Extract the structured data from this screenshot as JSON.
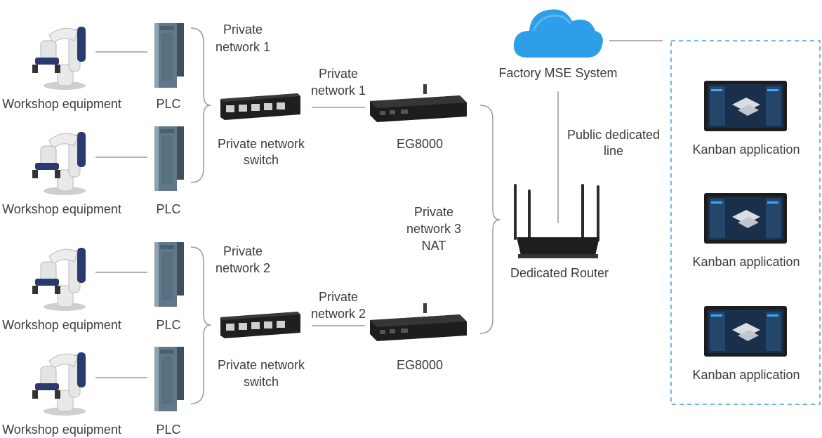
{
  "equipment": [
    {
      "label": "Workshop equipment",
      "plc_label": "PLC"
    },
    {
      "label": "Workshop equipment",
      "plc_label": "PLC"
    },
    {
      "label": "Workshop equipment",
      "plc_label": "PLC"
    },
    {
      "label": "Workshop equipment",
      "plc_label": "PLC"
    }
  ],
  "private_network_1": {
    "line1": "Private",
    "line2": "network 1"
  },
  "private_network_2": {
    "line1": "Private",
    "line2": "network 2"
  },
  "switches": [
    {
      "line1": "Private network",
      "line2": "switch"
    },
    {
      "line1": "Private network",
      "line2": "switch"
    }
  ],
  "gateway_links": [
    {
      "line1": "Private",
      "line2": "network 1"
    },
    {
      "line1": "Private",
      "line2": "network 2"
    }
  ],
  "gateways": [
    {
      "label": "EG8000"
    },
    {
      "label": "EG8000"
    }
  ],
  "nat_link": {
    "line1": "Private",
    "line2": "network 3",
    "line3": "NAT"
  },
  "router": {
    "label": "Dedicated Router"
  },
  "cloud": {
    "label": "Factory MSE System"
  },
  "public_line": {
    "line1": "Public dedicated",
    "line2": "line"
  },
  "kanban": [
    {
      "label": "Kanban application"
    },
    {
      "label": "Kanban application"
    },
    {
      "label": "Kanban application"
    }
  ],
  "colors": {
    "cloud": "#2d9fe8",
    "dashed_border": "#3ba4e0",
    "robot_accent": "#2a3a6e",
    "plc_body": "#5f7484",
    "device_dark": "#222222"
  }
}
